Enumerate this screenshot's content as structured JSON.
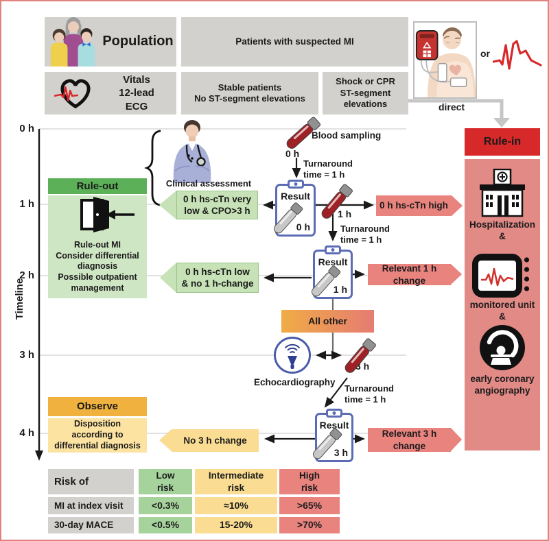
{
  "top": {
    "population": "Population",
    "patients": "Patients with suspected MI",
    "vitals": "Vitals\n12-lead\nECG",
    "stable": "Stable patients\nNo ST-segment elevations",
    "shock": "Shock or CPR\nST-segment\nelevations",
    "or": "or",
    "direct": "direct"
  },
  "timeline": {
    "label": "Timeline",
    "ticks": [
      "0 h",
      "1 h",
      "2 h",
      "3 h",
      "4 h"
    ]
  },
  "assessment": {
    "clinical": "Clinical assessment",
    "blood_sampling": "Blood sampling",
    "blood_time": "0 h",
    "turnaround": "Turnaround\ntime = 1 h"
  },
  "ruleout": {
    "title": "Rule-out",
    "body": "Rule-out MI\nConsider differential\ndiagnosis\nPossible outpatient\nmanagement"
  },
  "observe": {
    "title": "Observe",
    "body": "Disposition\naccording to\ndifferential diagnosis"
  },
  "rulein": {
    "title": "Rule-in",
    "hospitalization": "Hospitalization\n&",
    "monitored_unit": "monitored unit\n&",
    "angiography": "early coronary\nangiography"
  },
  "flow": {
    "result": "Result",
    "r1_time": "0 h",
    "r2_time": "1 h",
    "r3_time": "3 h",
    "tube1_label": "1 h",
    "tube3_label": "3 h",
    "very_low": "0 h hs-cTn very\nlow & CPO>3 h",
    "high_0h": "0 h hs-cTn high",
    "low_nochange": "0 h hs-cTn low\n& no 1 h-change",
    "relevant_1h": "Relevant 1 h change",
    "all_other": "All other",
    "echocardiography": "Echocardiography",
    "no_3h_change": "No 3 h change",
    "relevant_3h": "Relevant 3 h change"
  },
  "risk_table": {
    "corner": "Risk of",
    "columns": [
      "Low\nrisk",
      "Intermediate\nrisk",
      "High\nrisk"
    ],
    "rows": [
      {
        "label": "MI at index visit",
        "low": "<0.3%",
        "mid": "≈10%",
        "high": ">65%"
      },
      {
        "label": "30-day MACE",
        "low": "<0.5%",
        "mid": "15-20%",
        "high": ">70%"
      }
    ]
  },
  "colors": {
    "rule_out_green": "#5cb158",
    "rule_in_red": "#d7282a",
    "observe_orange": "#f1b13e",
    "risk_low_green": "#a6d29c",
    "risk_mid_yellow": "#fadd92",
    "risk_high_red": "#e8837e",
    "frame_border": "#e0827e"
  }
}
